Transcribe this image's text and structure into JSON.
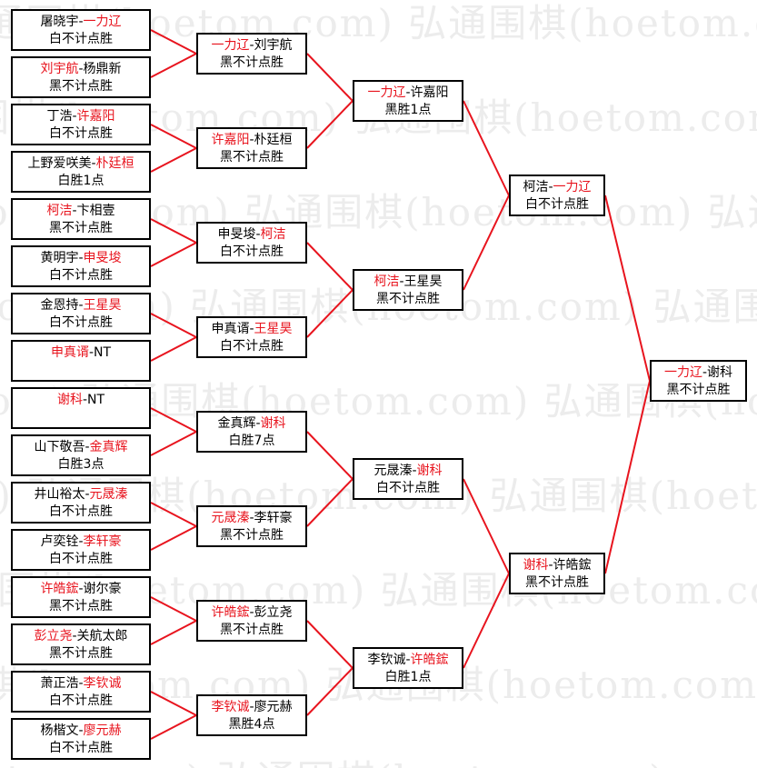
{
  "watermark": "弘通围棋(hoetom.com)",
  "separator": "-",
  "colors": {
    "winner": "#e8141e",
    "line": "#e8141e"
  },
  "rounds": [
    [
      {
        "p1": "屠晓宇",
        "p2": "一力辽",
        "winner": 2,
        "result": "白不计点胜"
      },
      {
        "p1": "刘宇航",
        "p2": "杨鼎新",
        "winner": 1,
        "result": "黑不计点胜"
      },
      {
        "p1": "丁浩",
        "p2": "许嘉阳",
        "winner": 2,
        "result": "白不计点胜"
      },
      {
        "p1": "上野爱咲美",
        "p2": "朴廷桓",
        "winner": 2,
        "result": "白胜1点"
      },
      {
        "p1": "柯洁",
        "p2": "卞相壹",
        "winner": 1,
        "result": "黑不计点胜"
      },
      {
        "p1": "黄明宇",
        "p2": "申旻埈",
        "winner": 2,
        "result": "白不计点胜"
      },
      {
        "p1": "金恩持",
        "p2": "王星昊",
        "winner": 2,
        "result": "白不计点胜"
      },
      {
        "p1": "申真谞",
        "p2": "NT",
        "winner": 1,
        "result": ""
      },
      {
        "p1": "谢科",
        "p2": "NT",
        "winner": 1,
        "result": ""
      },
      {
        "p1": "山下敬吾",
        "p2": "金真辉",
        "winner": 2,
        "result": "白胜3点"
      },
      {
        "p1": "井山裕太",
        "p2": "元晟溱",
        "winner": 2,
        "result": "白不计点胜"
      },
      {
        "p1": "卢奕铨",
        "p2": "李轩豪",
        "winner": 2,
        "result": "白不计点胜"
      },
      {
        "p1": "许皓鋐",
        "p2": "谢尔豪",
        "winner": 1,
        "result": "黑不计点胜"
      },
      {
        "p1": "彭立尧",
        "p2": "关航太郎",
        "winner": 1,
        "result": "黑不计点胜"
      },
      {
        "p1": "萧正浩",
        "p2": "李钦诚",
        "winner": 2,
        "result": "白不计点胜"
      },
      {
        "p1": "杨楷文",
        "p2": "廖元赫",
        "winner": 2,
        "result": "白不计点胜"
      }
    ],
    [
      {
        "p1": "一力辽",
        "p2": "刘宇航",
        "winner": 1,
        "result": "黑不计点胜"
      },
      {
        "p1": "许嘉阳",
        "p2": "朴廷桓",
        "winner": 1,
        "result": "黑不计点胜"
      },
      {
        "p1": "申旻埈",
        "p2": "柯洁",
        "winner": 2,
        "result": "白不计点胜"
      },
      {
        "p1": "申真谞",
        "p2": "王星昊",
        "winner": 2,
        "result": "白不计点胜"
      },
      {
        "p1": "金真辉",
        "p2": "谢科",
        "winner": 2,
        "result": "白胜7点"
      },
      {
        "p1": "元晟溱",
        "p2": "李轩豪",
        "winner": 1,
        "result": "黑不计点胜"
      },
      {
        "p1": "许皓鋐",
        "p2": "彭立尧",
        "winner": 1,
        "result": "黑不计点胜"
      },
      {
        "p1": "李钦诚",
        "p2": "廖元赫",
        "winner": 1,
        "result": "黑胜4点"
      }
    ],
    [
      {
        "p1": "一力辽",
        "p2": "许嘉阳",
        "winner": 1,
        "result": "黑胜1点"
      },
      {
        "p1": "柯洁",
        "p2": "王星昊",
        "winner": 1,
        "result": "黑不计点胜"
      },
      {
        "p1": "元晟溱",
        "p2": "谢科",
        "winner": 2,
        "result": "白不计点胜"
      },
      {
        "p1": "李钦诚",
        "p2": "许皓鋐",
        "winner": 2,
        "result": "白胜1点"
      }
    ],
    [
      {
        "p1": "柯洁",
        "p2": "一力辽",
        "winner": 2,
        "result": "白不计点胜"
      },
      {
        "p1": "谢科",
        "p2": "许皓鋐",
        "winner": 1,
        "result": "黑不计点胜"
      }
    ],
    [
      {
        "p1": "一力辽",
        "p2": "谢科",
        "winner": 1,
        "result": "黑不计点胜"
      }
    ]
  ]
}
